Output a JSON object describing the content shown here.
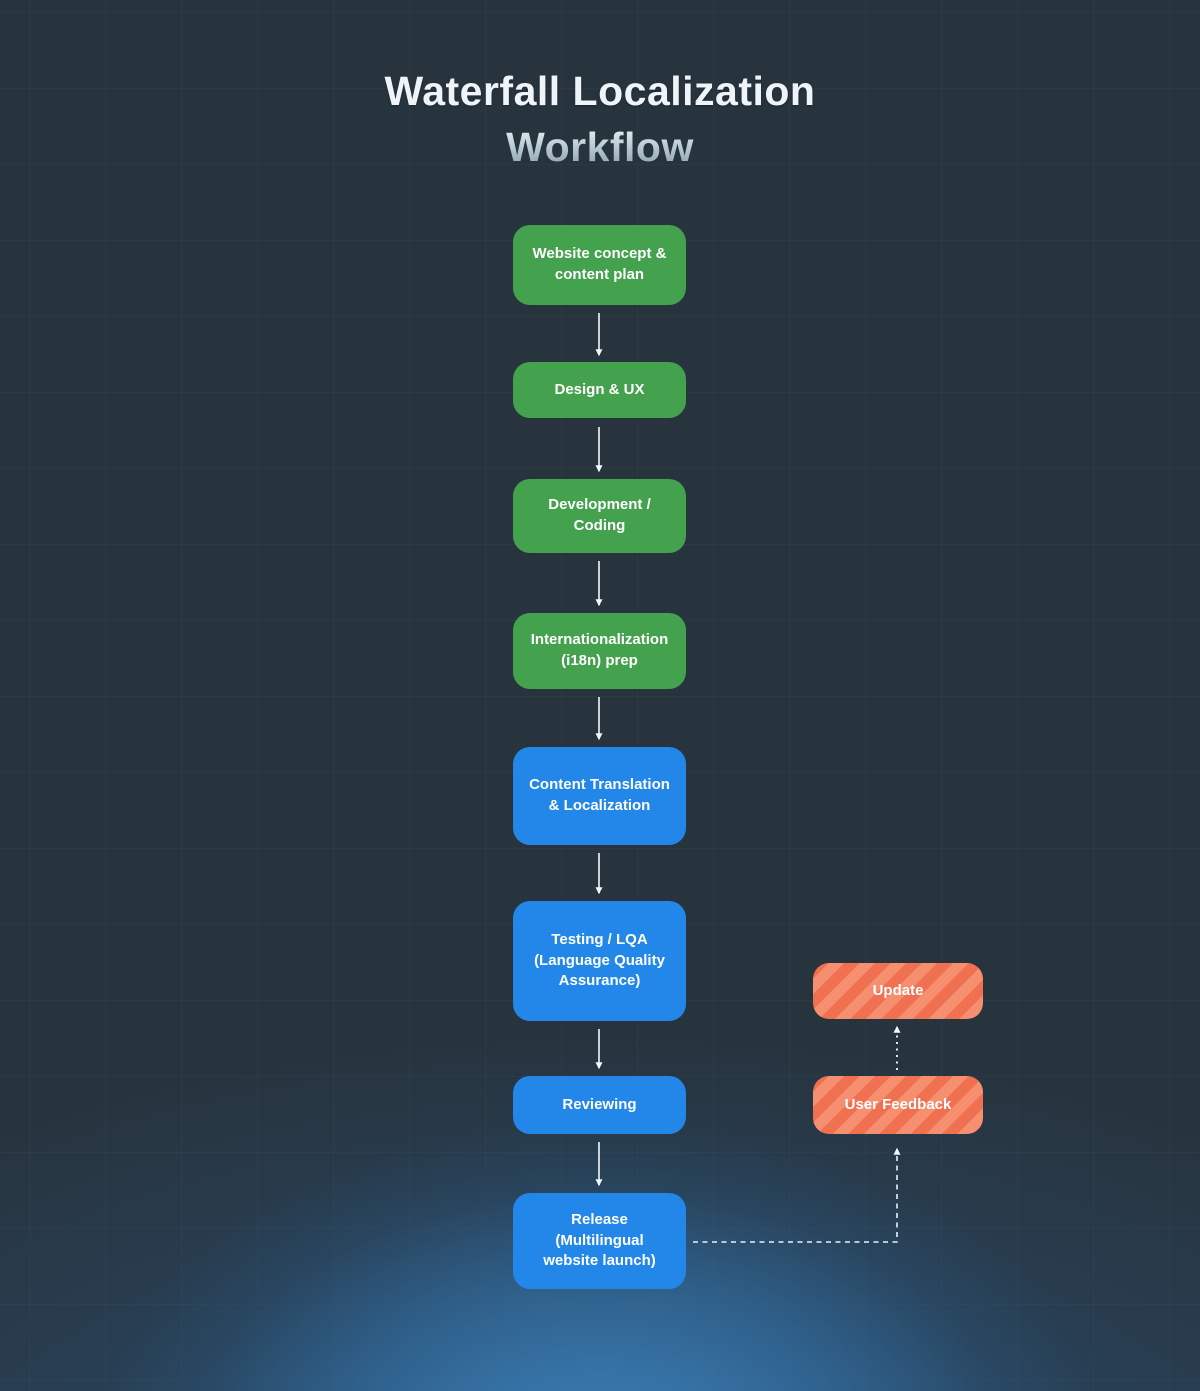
{
  "title": {
    "line1": "Waterfall Localization",
    "line2": "Workflow"
  },
  "flow": {
    "nodes": [
      {
        "label": "Website concept & content plan",
        "phase_color": "green"
      },
      {
        "label": "Design & UX",
        "phase_color": "green"
      },
      {
        "label": "Development / Coding",
        "phase_color": "green"
      },
      {
        "label": "Internationalization (i18n) prep",
        "phase_color": "green"
      },
      {
        "label": "Content Translation & Localization",
        "phase_color": "blue"
      },
      {
        "label": "Testing / LQA (Language Quality Assurance)",
        "phase_color": "blue"
      },
      {
        "label": "Reviewing",
        "phase_color": "blue"
      },
      {
        "label": "Release (Multilingual website launch)",
        "phase_color": "blue"
      }
    ]
  },
  "feedback_loop": {
    "nodes": [
      {
        "label": "Update",
        "phase_color": "orange-striped"
      },
      {
        "label": "User Feedback",
        "phase_color": "orange-striped"
      }
    ]
  },
  "colors": {
    "background": "#27333d",
    "green_phase": "#44a14e",
    "blue_phase": "#2287e8",
    "orange_stripe_dark": "#f07052",
    "orange_stripe_light": "#f68e70",
    "bottom_glow": "#4696d6",
    "connector": "#f3f9fc"
  }
}
